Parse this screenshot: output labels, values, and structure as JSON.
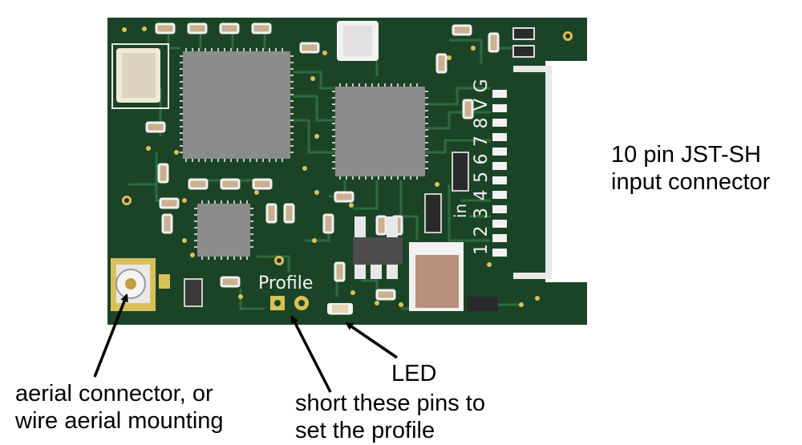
{
  "board": {
    "silkscreen_profile": "Profile",
    "silkscreen_in": "in",
    "silkscreen_pins": [
      "1",
      "2",
      "3",
      "4",
      "5",
      "6",
      "7",
      "8",
      "V",
      "G"
    ],
    "colors": {
      "pcb": "#1b4426",
      "trace": "#2e6b3c",
      "chip": "#8c8c8c",
      "pad": "#d8c15a",
      "silk": "#f2f2f2"
    }
  },
  "labels": {
    "connector_line1": "10 pin JST-SH",
    "connector_line2": "input connector",
    "aerial_line1": "aerial connector, or",
    "aerial_line2": "wire aerial mounting",
    "led": "LED",
    "profile_line1": "short these pins to",
    "profile_line2": "set the profile"
  }
}
